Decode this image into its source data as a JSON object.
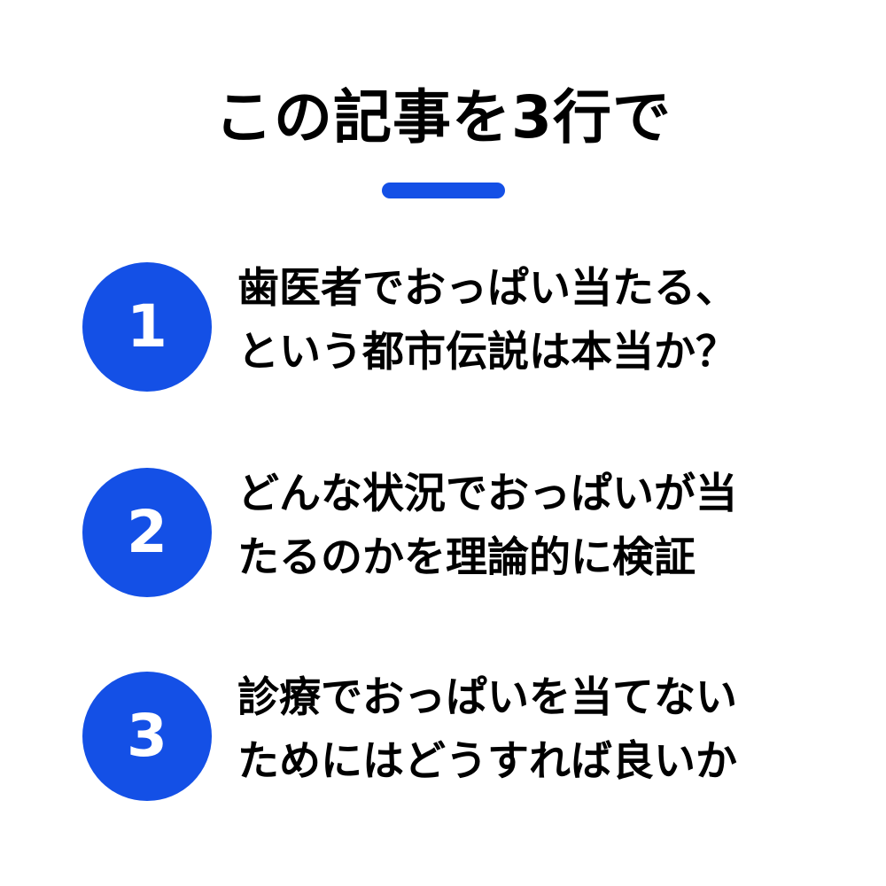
{
  "title": "この記事を3行で",
  "colors": {
    "accent": "#1450e6",
    "text": "#000000",
    "background": "#ffffff"
  },
  "items": [
    {
      "number": "1",
      "lines": [
        "歯医者でおっぱい当たる、",
        "という都市伝説は本当か？"
      ]
    },
    {
      "number": "2",
      "lines": [
        "どんな状況でおっぱいが当",
        "たるのかを理論的に検証"
      ]
    },
    {
      "number": "3",
      "lines": [
        "診療でおっぱいを当てない",
        "ためにはどうすれば良いか"
      ]
    }
  ]
}
